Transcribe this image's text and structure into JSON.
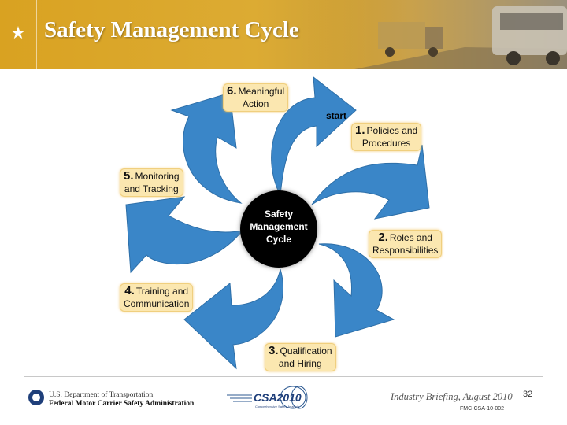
{
  "slide": {
    "title": "Safety Management Cycle",
    "star": "★"
  },
  "diagram": {
    "start_label": "start",
    "center_text": "Safety\nManagement\nCycle",
    "steps": [
      {
        "num": "1.",
        "text": "Policies and\nProcedures"
      },
      {
        "num": "2.",
        "text": "Roles and\nResponsibilities"
      },
      {
        "num": "3.",
        "text": "Qualification\nand Hiring"
      },
      {
        "num": "4.",
        "text": "Training and\nCommunication"
      },
      {
        "num": "5.",
        "text": "Monitoring\nand Tracking"
      },
      {
        "num": "6.",
        "text": "Meaningful\nAction"
      }
    ],
    "colors": {
      "arrow": "#3a86c8",
      "label_bg": "#fbe7b0",
      "center": "#000000"
    }
  },
  "footer": {
    "agency_line1": "U.S. Department of Transportation",
    "agency_line2": "Federal Motor Carrier Safety Administration",
    "logo_text": "CSA2010",
    "logo_subtext": "Comprehensive Safety Analysis",
    "briefing": "Industry Briefing, August 2010",
    "page_number": "32",
    "doc_code": "FMC-CSA-10-002"
  }
}
